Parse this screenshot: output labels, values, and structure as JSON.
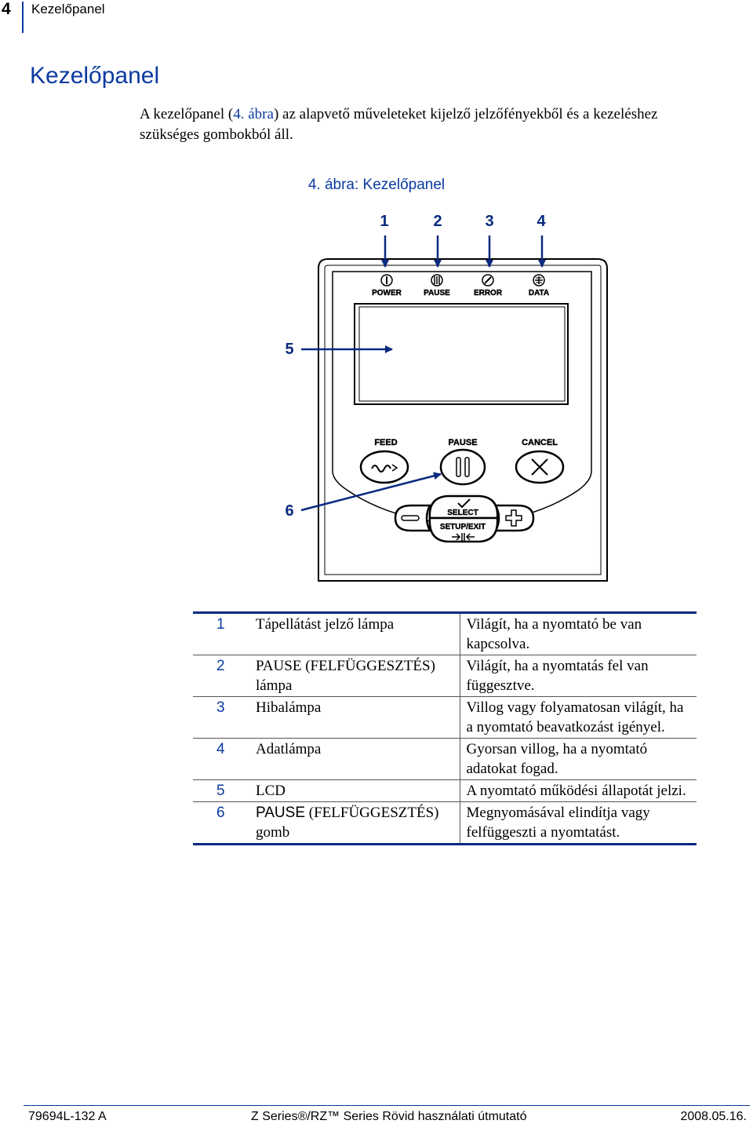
{
  "header": {
    "page_number": "4",
    "title": "Kezelőpanel"
  },
  "section_title": "Kezelőpanel",
  "intro": {
    "before": "A kezelőpanel (",
    "ref": "4. ábra",
    "after": ") az alapvető műveleteket kijelző jelzőfényekből és a kezeléshez szükséges gombokból áll."
  },
  "figure": {
    "caption": "4. ábra: Kezelőpanel",
    "callouts": [
      "1",
      "2",
      "3",
      "4",
      "5",
      "6"
    ],
    "indicator_labels": [
      "POWER",
      "PAUSE",
      "ERROR",
      "DATA"
    ],
    "button_labels": [
      "FEED",
      "PAUSE",
      "CANCEL"
    ],
    "select_label": "SELECT",
    "setup_label": "SETUP/EXIT",
    "colors": {
      "arrow": "#0a2a80",
      "outline": "#000000"
    },
    "icons": [
      "power-icon",
      "pause-icon",
      "error-icon",
      "data-icon",
      "feed-icon",
      "pause-bars-icon",
      "cancel-x-icon",
      "minus-icon",
      "plus-icon",
      "check-icon",
      "setup-exit-icon"
    ]
  },
  "legend": [
    {
      "num": "1",
      "name": "Tápellátást jelző lámpa",
      "desc": "Világít, ha a nyomtató be van kapcsolva."
    },
    {
      "num": "2",
      "name": "PAUSE (FELFÜGGESZTÉS) lámpa",
      "desc": "Világít, ha a nyomtatás fel van függesztve."
    },
    {
      "num": "3",
      "name": "Hibalámpa",
      "desc": "Villog vagy folyamatosan világít, ha a nyomtató beavatkozást igényel."
    },
    {
      "num": "4",
      "name": "Adatlámpa",
      "desc": "Gyorsan villog, ha a nyomtató adatokat fogad."
    },
    {
      "num": "5",
      "name": "LCD",
      "desc": "A nyomtató működési állapotát jelzi."
    },
    {
      "num": "6",
      "name_sans": "PAUSE",
      "name_rest": " (FELFÜGGESZTÉS) gomb",
      "desc": "Megnyomásával elindítja vagy felfüggeszti a nyomtatást."
    }
  ],
  "footer": {
    "left": "79694L-132 A",
    "center": "Z Series®/RZ™ Series Rövid használati útmutató",
    "right": "2008.05.16."
  }
}
